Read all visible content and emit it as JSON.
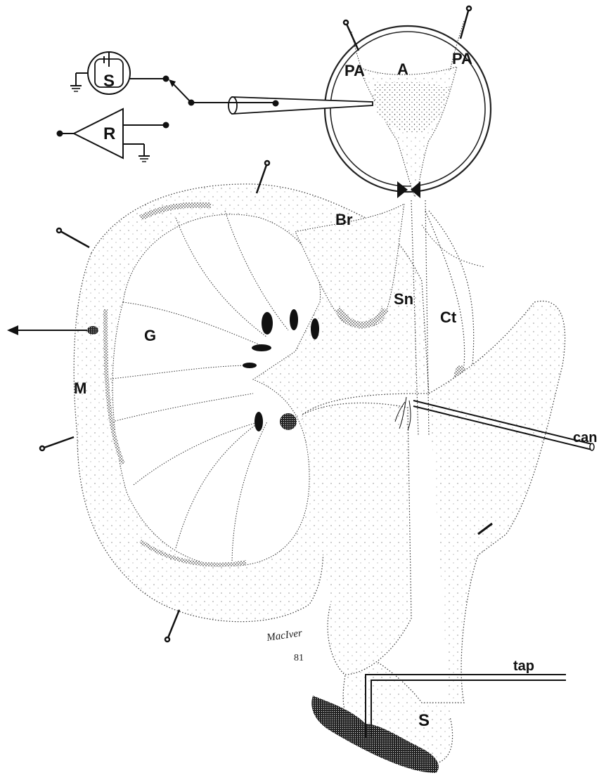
{
  "figure": {
    "labels": {
      "pa_left": "PA",
      "a": "A",
      "pa_right": "PA",
      "stimulator": "S",
      "recorder": "R",
      "br": "Br",
      "sn": "Sn",
      "g": "G",
      "ct": "Ct",
      "m": "M",
      "can": "can",
      "tap": "tap",
      "s_bottom": "S"
    },
    "signature": {
      "name": "MacIver",
      "year": "81"
    }
  }
}
